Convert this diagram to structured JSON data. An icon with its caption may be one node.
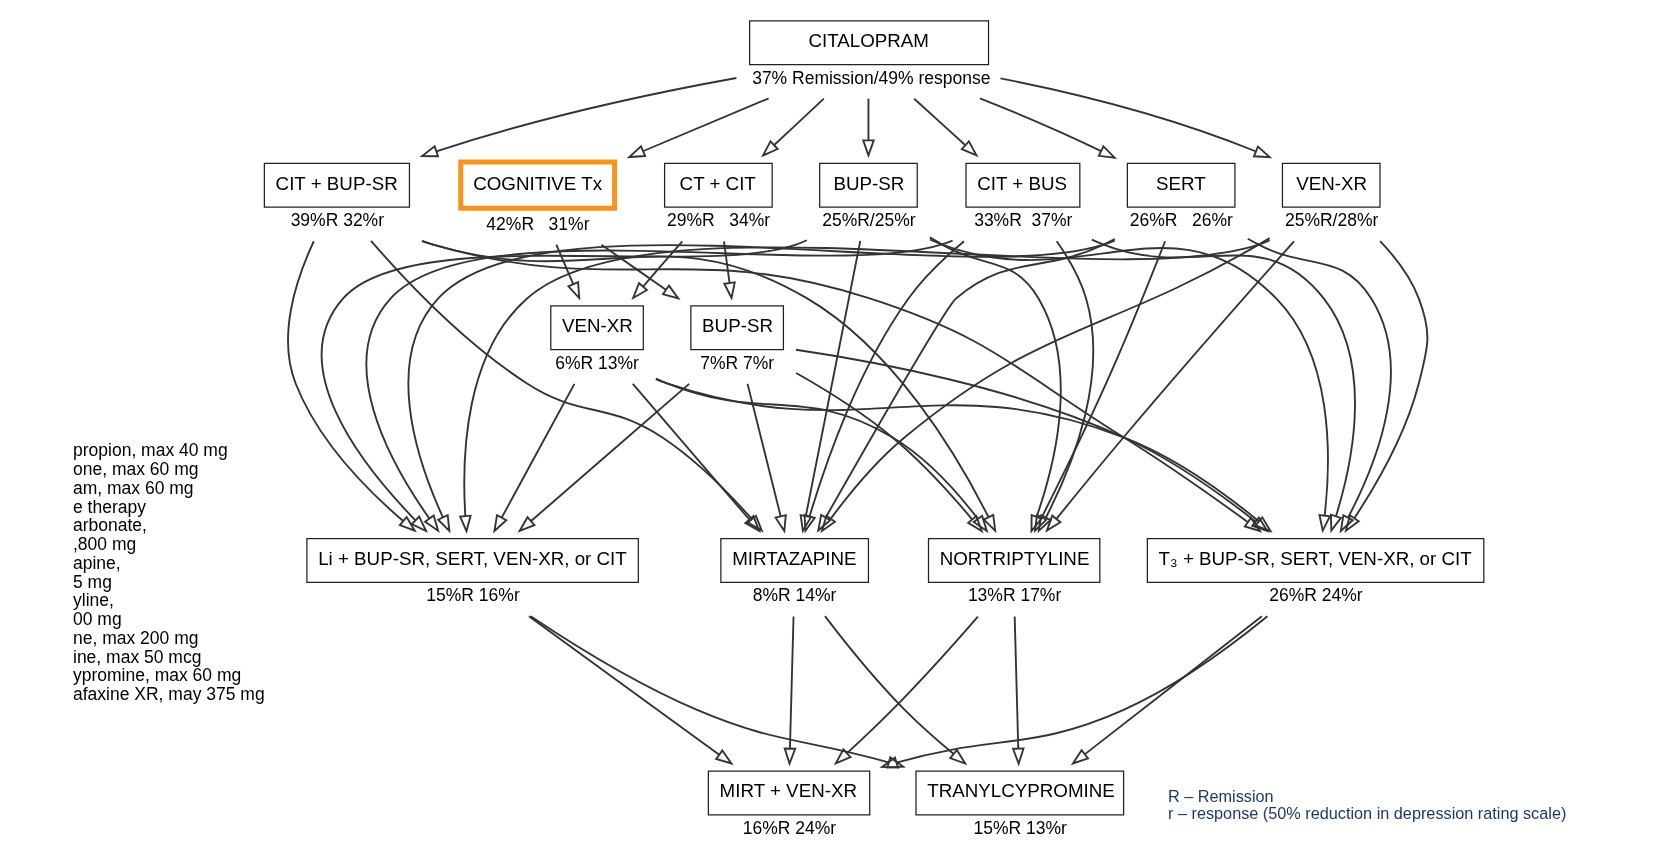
{
  "diagram": {
    "nodes": [
      {
        "text": [
          "CITALOPRAM"
        ],
        "beside": [
          "37% Remission/49% response"
        ]
      },
      {
        "text": [
          "BUP-SR"
        ],
        "beside": [
          "25%R/25%r"
        ]
      },
      {
        "text": [
          "SERT"
        ],
        "beside": [
          "26%R",
          "26%r"
        ]
      },
      {
        "text": [
          "VEN-XR"
        ],
        "beside": [
          "25%R/28%r"
        ]
      },
      {
        "text": [
          "COGNITIVE Tx"
        ],
        "beside": [
          "42%R",
          "31%r"
        ]
      },
      {
        "text": [
          "CT + CIT"
        ],
        "beside": [
          "29%R",
          "34%r"
        ]
      },
      {
        "text": [
          "CIT + BUP-SR"
        ],
        "beside": [
          "39%R 32%r"
        ]
      },
      {
        "text": [
          "CIT + BUS"
        ],
        "beside": [
          "33%R  37%r"
        ]
      },
      {
        "text": [
          "BUP-SR"
        ],
        "beside": [
          "7%R 7%r"
        ]
      },
      {
        "text": [
          "VEN-XR"
        ],
        "beside": [
          "6%R 13%r"
        ]
      },
      {
        "text": [
          "MIRTAZAPINE"
        ],
        "beside": [
          "8%R 14%r"
        ]
      },
      {
        "text": [
          "NORTRIPTYLINE"
        ],
        "beside": [
          "13%R 17%r"
        ]
      },
      {
        "text": [
          "Li + BUP-SR, SERT, VEN-XR, or CIT"
        ],
        "beside": [
          "15%R 16%r"
        ]
      },
      {
        "text": [
          "T₃ + BUP-SR, SERT, VEN-XR, or CIT"
        ],
        "beside": [
          "26%R 24%r"
        ]
      },
      {
        "text": [
          "TRANYLCYPROMINE"
        ],
        "beside": [
          "15%R 13%r"
        ]
      },
      {
        "text": [
          "MIRT + VEN-XR"
        ],
        "beside": [
          "16%R 24%r"
        ]
      }
    ],
    "edges": [
      {
        "from": 0,
        "to": 1,
        "arrow": "to"
      },
      {
        "from": 0,
        "to": 2,
        "arrow": "to"
      },
      {
        "from": 0,
        "to": 3,
        "arrow": "to"
      },
      {
        "from": 0,
        "to": 4,
        "arrow": "to"
      },
      {
        "from": 0,
        "to": 5,
        "arrow": "to"
      },
      {
        "from": 0,
        "to": 6,
        "arrow": "to"
      },
      {
        "from": 0,
        "to": 7,
        "arrow": "to"
      },
      {
        "from": 4,
        "to": 8,
        "arrow": "to"
      },
      {
        "from": 4,
        "to": 9,
        "arrow": "to"
      },
      {
        "from": 5,
        "to": 8,
        "arrow": "to"
      },
      {
        "from": 5,
        "to": 9,
        "arrow": "to"
      },
      {
        "from": 1,
        "to": 10,
        "arrow": "to"
      },
      {
        "from": 1,
        "to": 11,
        "arrow": "to"
      },
      {
        "from": 1,
        "to": 12,
        "arrow": "to"
      },
      {
        "from": 1,
        "to": 13,
        "arrow": "to"
      },
      {
        "from": 2,
        "to": 10,
        "arrow": "to"
      },
      {
        "from": 2,
        "to": 11,
        "arrow": "to"
      },
      {
        "from": 2,
        "to": 12,
        "arrow": "to"
      },
      {
        "from": 2,
        "to": 13,
        "arrow": "to"
      },
      {
        "from": 3,
        "to": 10,
        "arrow": "to"
      },
      {
        "from": 3,
        "to": 11,
        "arrow": "to"
      },
      {
        "from": 3,
        "to": 12,
        "arrow": "to"
      },
      {
        "from": 3,
        "to": 13,
        "arrow": "to"
      },
      {
        "from": 8,
        "to": 10,
        "arrow": "to"
      },
      {
        "from": 8,
        "to": 11,
        "arrow": "to"
      },
      {
        "from": 8,
        "to": 12,
        "arrow": "to"
      },
      {
        "from": 8,
        "to": 13,
        "arrow": "to"
      },
      {
        "from": 9,
        "to": 10,
        "arrow": "to"
      },
      {
        "from": 9,
        "to": 11,
        "arrow": "to"
      },
      {
        "from": 9,
        "to": 12,
        "arrow": "to"
      },
      {
        "from": 9,
        "to": 13,
        "arrow": "to"
      },
      {
        "from": 6,
        "to": 10,
        "arrow": "to"
      },
      {
        "from": 6,
        "to": 11,
        "arrow": "to"
      },
      {
        "from": 6,
        "to": 12,
        "arrow": "to"
      },
      {
        "from": 6,
        "to": 13,
        "arrow": "to"
      },
      {
        "from": 7,
        "to": 10,
        "arrow": "to"
      },
      {
        "from": 7,
        "to": 11,
        "arrow": "to"
      },
      {
        "from": 7,
        "to": 12,
        "arrow": "to"
      },
      {
        "from": 7,
        "to": 13,
        "arrow": "to"
      },
      {
        "from": 10,
        "to": 14,
        "arrow": "to"
      },
      {
        "from": 10,
        "to": 15,
        "arrow": "to"
      },
      {
        "from": 11,
        "to": 14,
        "arrow": "to"
      },
      {
        "from": 11,
        "to": 15,
        "arrow": "to"
      },
      {
        "from": 12,
        "to": 14,
        "arrow": "to"
      },
      {
        "from": 12,
        "to": 15,
        "arrow": "to"
      },
      {
        "from": 13,
        "to": 14,
        "arrow": "to"
      },
      {
        "from": 13,
        "to": 15,
        "arrow": "to"
      }
    ],
    "labels": [
      "propion, max 40 mg",
      "one, max 60 mg",
      "am, max 60 mg",
      "e therapy",
      "arbonate,",
      ",800 mg",
      "apine,",
      "5 mg",
      "yline,",
      "00 mg",
      "ne, max 200 mg",
      "ine, max 50 mcg",
      "ypromine, max 60 mg",
      "afaxine XR, may 375 mg",
      "R – Remission",
      "r – response (50% reduction in depression rating scale)"
    ]
  }
}
